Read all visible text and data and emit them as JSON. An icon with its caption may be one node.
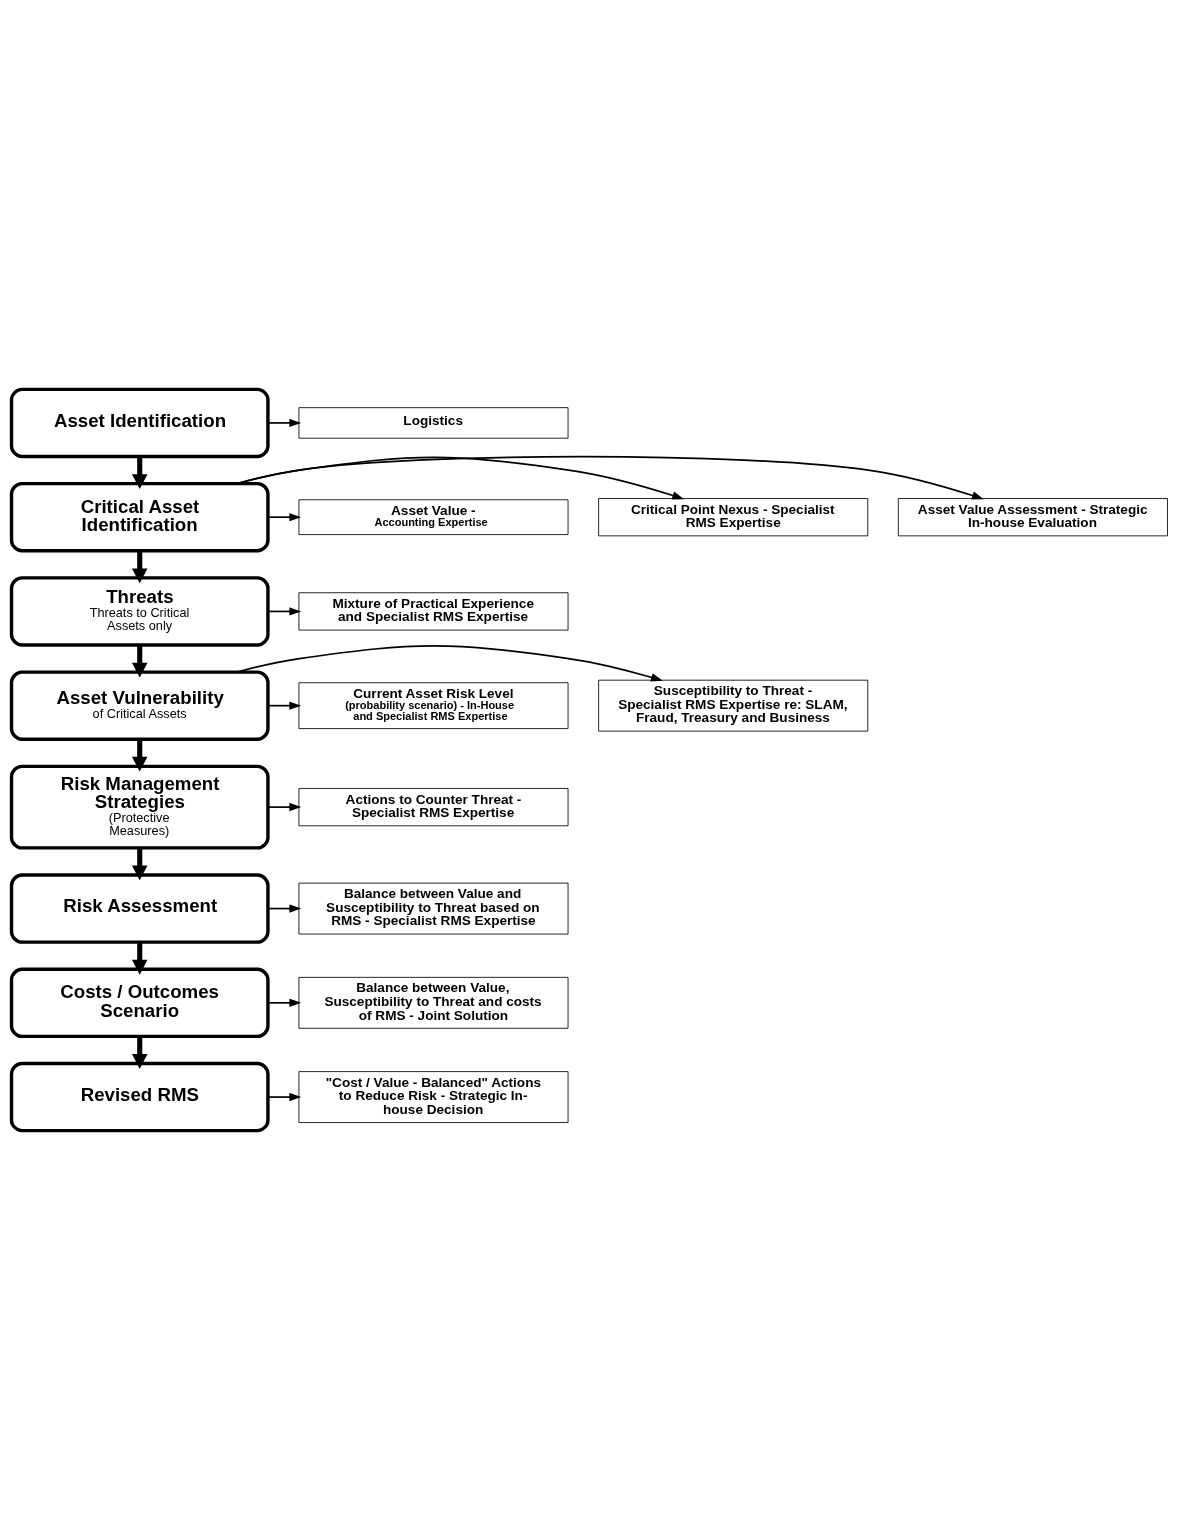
{
  "diagram": {
    "nodes": [
      {
        "text": [
          "Asset Identification"
        ]
      },
      {
        "text": [
          "Logistics"
        ]
      },
      {
        "text": [
          "Critical Asset Identification"
        ]
      },
      {
        "text": [
          "Asset Value Assessment - Strategic In-house Evaluation"
        ]
      },
      {
        "text": [
          "Critical Point Nexus - Specialist RMS Expertise"
        ]
      },
      {
        "text": [
          "Asset Value -",
          "Accounting Expertise"
        ]
      },
      {
        "text": [
          "Threats",
          "Threats to Critical Assets only"
        ]
      },
      {
        "text": [
          "Mixture of Practical Experience and Specialist RMS Expertise"
        ]
      },
      {
        "text": [
          "Asset Vulnerability",
          "of Critical Assets"
        ]
      },
      {
        "text": [
          "Susceptibility to Threat - Specialist RMS Expertise re: SLAM, Fraud, Treasury and Business"
        ]
      },
      {
        "text": [
          "Current Asset Risk Level",
          "(probability scenario) - In-House and Specialist RMS Expertise"
        ]
      },
      {
        "text": [
          "Risk Management Strategies",
          "(Protective Measures)"
        ]
      },
      {
        "text": [
          "Actions to Counter Threat - Specialist RMS Expertise"
        ]
      },
      {
        "text": [
          "Risk Assessment"
        ]
      },
      {
        "text": [
          "Balance between Value and Susceptibility to Threat based on RMS - Specialist RMS Expertise"
        ]
      },
      {
        "text": [
          "Costs / Outcomes Scenario"
        ]
      },
      {
        "text": [
          "Balance between Value, Susceptibility to Threat and costs of RMS - Joint Solution"
        ]
      },
      {
        "text": [
          "Revised RMS"
        ]
      },
      {
        "text": [
          "\"Cost / Value - Balanced\" Actions to Reduce Risk - Strategic In-house Decision"
        ]
      }
    ],
    "edges": [
      {
        "from": 0,
        "to": 1,
        "arrow": "to"
      },
      {
        "from": 0,
        "to": 2,
        "arrow": "to",
        "style": "thick"
      },
      {
        "from": 2,
        "to": 3,
        "arrow": "to"
      },
      {
        "from": 2,
        "to": 4,
        "arrow": "to"
      },
      {
        "from": 2,
        "to": 5,
        "arrow": "to"
      },
      {
        "from": 2,
        "to": 6,
        "arrow": "to",
        "style": "thick"
      },
      {
        "from": 6,
        "to": 7,
        "arrow": "to"
      },
      {
        "from": 6,
        "to": 8,
        "arrow": "to",
        "style": "thick"
      },
      {
        "from": 8,
        "to": 9,
        "arrow": "to"
      },
      {
        "from": 8,
        "to": 10,
        "arrow": "to"
      },
      {
        "from": 8,
        "to": 11,
        "arrow": "to",
        "style": "thick"
      },
      {
        "from": 11,
        "to": 12,
        "arrow": "to"
      },
      {
        "from": 11,
        "to": 13,
        "arrow": "to",
        "style": "thick"
      },
      {
        "from": 13,
        "to": 14,
        "arrow": "to"
      },
      {
        "from": 13,
        "to": 15,
        "arrow": "to",
        "style": "thick"
      },
      {
        "from": 15,
        "to": 16,
        "arrow": "to"
      },
      {
        "from": 15,
        "to": 17,
        "arrow": "to",
        "style": "thick"
      },
      {
        "from": 17,
        "to": 18,
        "arrow": "to"
      }
    ]
  }
}
